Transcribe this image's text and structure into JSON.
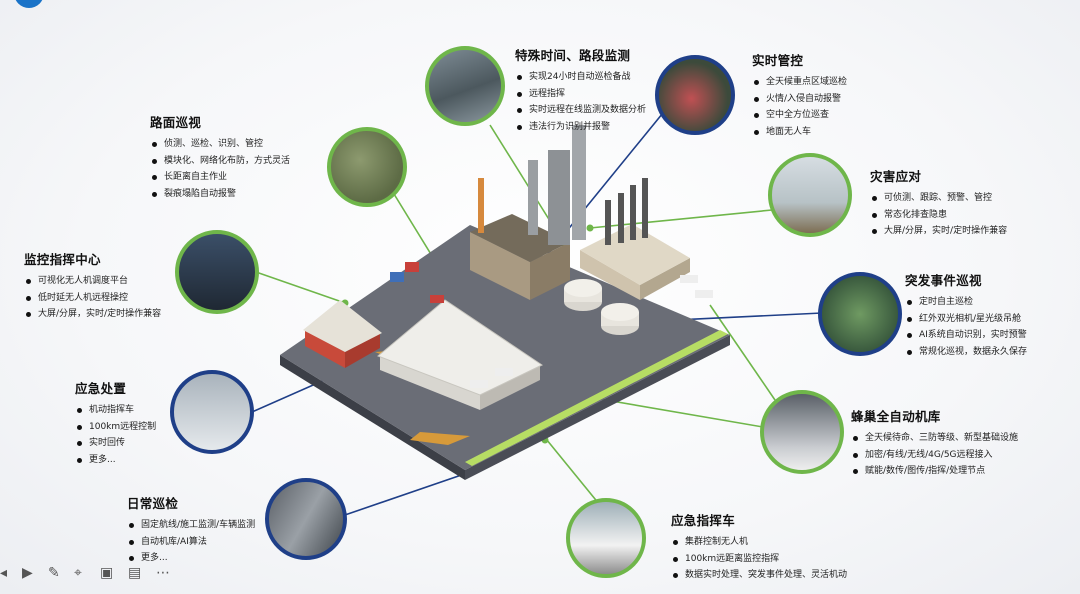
{
  "sections": {
    "road": {
      "title": "路面巡视",
      "items": [
        "侦测、巡检、识别、管控",
        "模块化、网络化布防，方式灵活",
        "长距离自主作业",
        "裂痕塌陷自动报警"
      ]
    },
    "special": {
      "title": "特殊时间、路段监测",
      "items": [
        "实现24小时自动巡检备战",
        "远程指挥",
        "实时远程在线监测及数据分析",
        "违法行为识别并报警"
      ]
    },
    "realtime": {
      "title": "实时管控",
      "items": [
        "全天候重点区域巡检",
        "火情/入侵自动报警",
        "空中全方位巡查",
        "地面无人车"
      ]
    },
    "disaster": {
      "title": "灾害应对",
      "items": [
        "可侦测、跟踪、预警、管控",
        "常态化排查隐患",
        "大屏/分屏，实时/定时操作兼容"
      ]
    },
    "command_center": {
      "title": "监控指挥中心",
      "items": [
        "可视化无人机调度平台",
        "低时延无人机远程操控",
        "大屏/分屏，实时/定时操作兼容"
      ]
    },
    "sudden": {
      "title": "突发事件巡视",
      "items": [
        "定时自主巡检",
        "红外双光相机/星光级吊舱",
        "AI系统自动识别，实时预警",
        "常规化巡视，数据永久保存"
      ]
    },
    "emergency": {
      "title": "应急处置",
      "items": [
        "机动指挥车",
        "100km远程控制",
        "实时回传",
        "更多..."
      ]
    },
    "hive": {
      "title": "蜂巢全自动机库",
      "items": [
        "全天候待命、三防等级、新型基础设施",
        "加密/有线/无线/4G/5G远程接入",
        "赋能/数传/图传/指挥/处理节点"
      ]
    },
    "daily": {
      "title": "日常巡检",
      "items": [
        "固定航线/施工监测/车辆监测",
        "自动机库/AI算法",
        "更多..."
      ]
    },
    "vehicle": {
      "title": "应急指挥车",
      "items": [
        "集群控制无人机",
        "100km远距离监控指挥",
        "数据实时处理、突发事件处理、灵活机动"
      ]
    }
  },
  "colors": {
    "green_ring": "#6fb64a",
    "blue_ring": "#1f3f88",
    "accent": "#1a73c8"
  },
  "toolbar_icons": [
    "prev-icon",
    "play-icon",
    "pen-icon",
    "focus-icon",
    "camera-icon",
    "caption-icon",
    "more-icon"
  ]
}
